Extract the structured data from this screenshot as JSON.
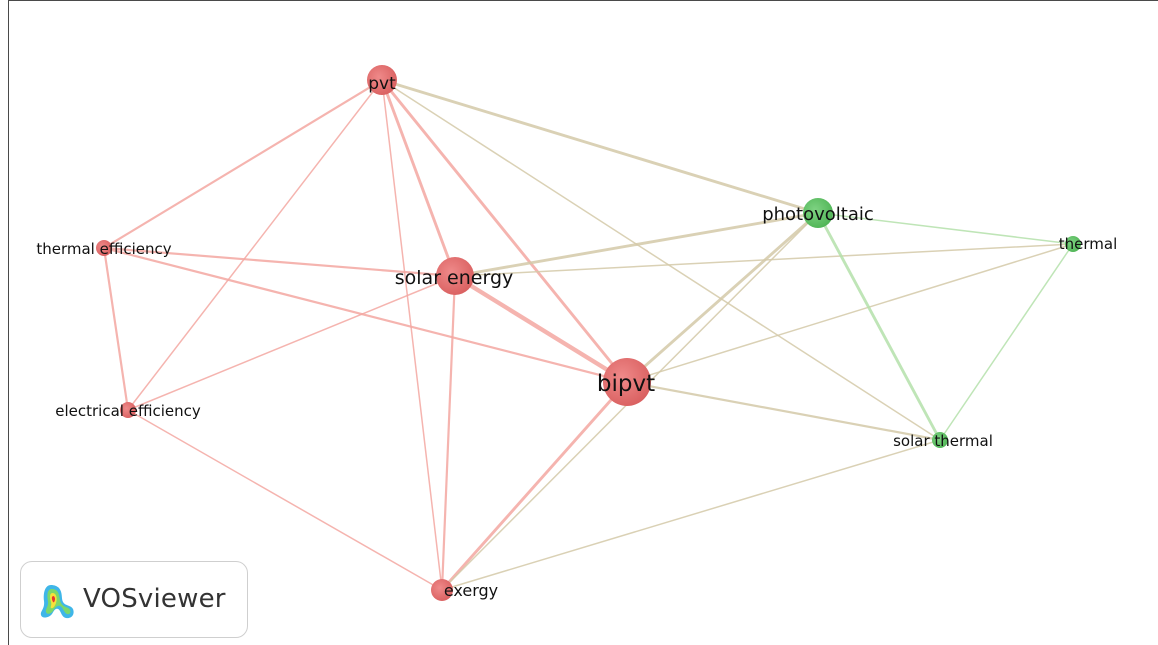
{
  "app": {
    "brand": "VOSviewer"
  },
  "colors": {
    "cluster_red": "#e06c6c",
    "cluster_green": "#58c25e",
    "edge_red": "#f3a7a1",
    "edge_green": "#b4e0aa",
    "edge_mixed": "#d4c9a8"
  },
  "network": {
    "nodes": [
      {
        "id": "pvt",
        "label": "pvt",
        "cluster": "red",
        "weight": 3
      },
      {
        "id": "photovoltaic",
        "label": "photovoltaic",
        "cluster": "green",
        "weight": 3
      },
      {
        "id": "thermal",
        "label": "thermal",
        "cluster": "green",
        "weight": 1
      },
      {
        "id": "thermal_efficiency",
        "label": "thermal efficiency",
        "cluster": "red",
        "weight": 1
      },
      {
        "id": "solar_energy",
        "label": "solar energy",
        "cluster": "red",
        "weight": 4
      },
      {
        "id": "bipvt",
        "label": "bipvt",
        "cluster": "red",
        "weight": 5
      },
      {
        "id": "electrical_efficiency",
        "label": "electrical efficiency",
        "cluster": "red",
        "weight": 1
      },
      {
        "id": "solar_thermal",
        "label": "solar thermal",
        "cluster": "green",
        "weight": 1
      },
      {
        "id": "exergy",
        "label": "exergy",
        "cluster": "red",
        "weight": 2
      }
    ],
    "links": [
      {
        "source": "pvt",
        "target": "thermal_efficiency",
        "strength": 2
      },
      {
        "source": "pvt",
        "target": "electrical_efficiency",
        "strength": 1
      },
      {
        "source": "pvt",
        "target": "solar_energy",
        "strength": 3
      },
      {
        "source": "pvt",
        "target": "bipvt",
        "strength": 3
      },
      {
        "source": "pvt",
        "target": "photovoltaic",
        "strength": 3
      },
      {
        "source": "pvt",
        "target": "exergy",
        "strength": 1
      },
      {
        "source": "pvt",
        "target": "solar_thermal",
        "strength": 1
      },
      {
        "source": "thermal_efficiency",
        "target": "solar_energy",
        "strength": 2
      },
      {
        "source": "thermal_efficiency",
        "target": "bipvt",
        "strength": 2
      },
      {
        "source": "thermal_efficiency",
        "target": "electrical_efficiency",
        "strength": 2
      },
      {
        "source": "electrical_efficiency",
        "target": "solar_energy",
        "strength": 1
      },
      {
        "source": "electrical_efficiency",
        "target": "exergy",
        "strength": 1
      },
      {
        "source": "solar_energy",
        "target": "bipvt",
        "strength": 5
      },
      {
        "source": "solar_energy",
        "target": "photovoltaic",
        "strength": 3
      },
      {
        "source": "solar_energy",
        "target": "thermal",
        "strength": 1
      },
      {
        "source": "solar_energy",
        "target": "exergy",
        "strength": 2
      },
      {
        "source": "bipvt",
        "target": "photovoltaic",
        "strength": 3
      },
      {
        "source": "bipvt",
        "target": "thermal",
        "strength": 1
      },
      {
        "source": "bipvt",
        "target": "solar_thermal",
        "strength": 2
      },
      {
        "source": "bipvt",
        "target": "exergy",
        "strength": 3
      },
      {
        "source": "photovoltaic",
        "target": "thermal",
        "strength": 1
      },
      {
        "source": "photovoltaic",
        "target": "solar_thermal",
        "strength": 3
      },
      {
        "source": "photovoltaic",
        "target": "exergy",
        "strength": 1
      },
      {
        "source": "thermal",
        "target": "solar_thermal",
        "strength": 1
      },
      {
        "source": "solar_thermal",
        "target": "exergy",
        "strength": 1
      }
    ]
  }
}
